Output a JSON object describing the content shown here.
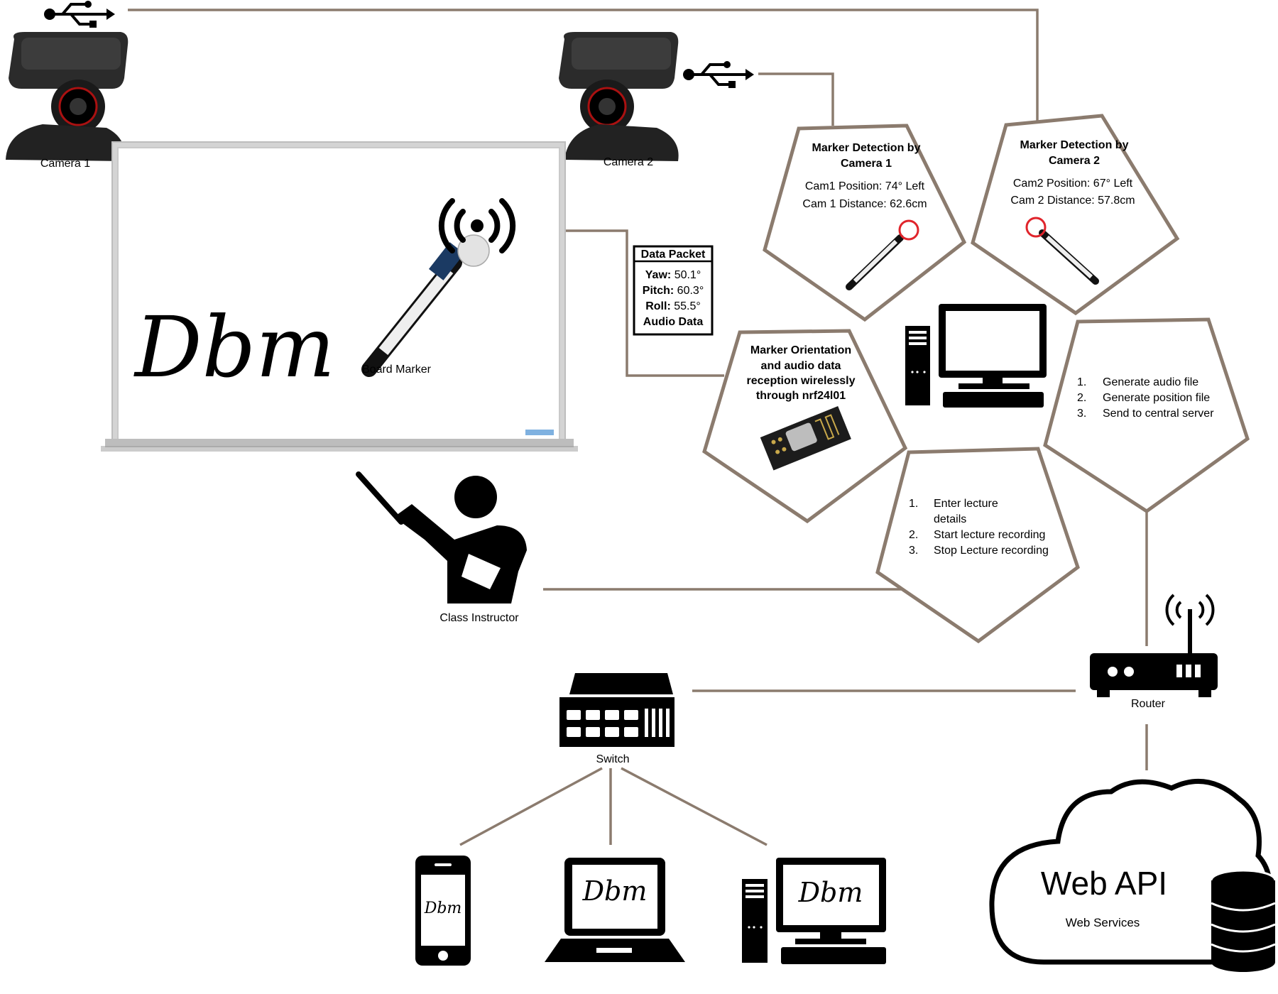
{
  "colors": {
    "connector": "#8b7b6e",
    "ink": "#000000",
    "marker_highlight": "#e0242b"
  },
  "labels": {
    "camera1": "Camera 1",
    "camera2": "Camera 2",
    "board_marker": "Board Marker",
    "class_instructor": "Class Instructor",
    "switch": "Switch",
    "router": "Router",
    "board_writing": "Dbm"
  },
  "data_packet": {
    "title": "Data Packet",
    "yaw_label": "Yaw:",
    "yaw_value": "50.1°",
    "pitch_label": "Pitch:",
    "pitch_value": "60.3°",
    "roll_label": "Roll:",
    "roll_value": "55.5°",
    "audio": "Audio Data"
  },
  "marker_cam1": {
    "title_line1": "Marker Detection by",
    "title_line2": "Camera 1",
    "position": "Cam1 Position: 74° Left",
    "distance": "Cam 1 Distance: 62.6cm"
  },
  "marker_cam2": {
    "title_line1": "Marker Detection by",
    "title_line2": "Camera 2",
    "position": "Cam2 Position: 67° Left",
    "distance": "Cam 2 Distance: 57.8cm"
  },
  "orientation_box": {
    "line1": "Marker Orientation",
    "line2": "and audio data",
    "line3": "reception wirelessly",
    "line4": "through nrf24l01"
  },
  "generate_box": {
    "items": [
      {
        "num": "1.",
        "text": "Generate audio file"
      },
      {
        "num": "2.",
        "text": "Generate position file"
      },
      {
        "num": "3.",
        "text": "Send to central server"
      }
    ]
  },
  "lecture_box": {
    "item1_num": "1.",
    "item1_line1": "Enter lecture",
    "item1_line2": "details",
    "item2_num": "2.",
    "item2_text": "Start lecture recording",
    "item3_num": "3.",
    "item3_text": "Stop Lecture recording"
  },
  "cloud": {
    "title": "Web API",
    "subtitle": "Web Services"
  },
  "icons": [
    "usb-icon",
    "camera-icon",
    "whiteboard-icon",
    "marker-pen-icon",
    "wireless-signal-icon",
    "desktop-computer-icon",
    "nrf24l01-module-icon",
    "instructor-icon",
    "router-icon",
    "switch-icon",
    "smartphone-icon",
    "laptop-icon",
    "cloud-icon",
    "database-icon"
  ]
}
